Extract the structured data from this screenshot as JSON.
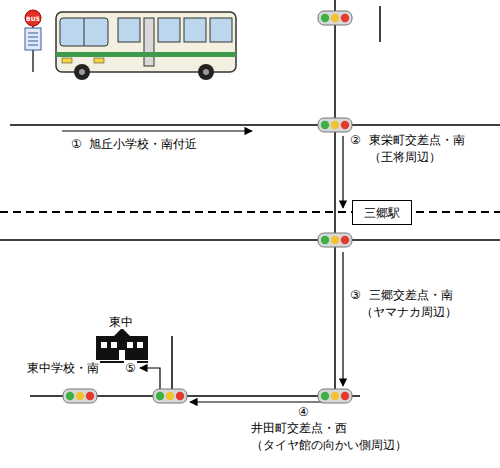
{
  "diagram": {
    "nodes": [
      {
        "text": [
          "三郷駅"
        ]
      }
    ],
    "labels": [
      "BUS",
      "①",
      "旭丘小学校・南付近",
      "②",
      "東栄町交差点・南",
      "（王将周辺）",
      "③",
      "三郷交差点・南",
      "（ヤマナカ周辺）",
      "④",
      "井田町交差点・西",
      "（タイヤ館の向かい側周辺）",
      "東中",
      "⑤",
      "東中学校・南"
    ]
  }
}
